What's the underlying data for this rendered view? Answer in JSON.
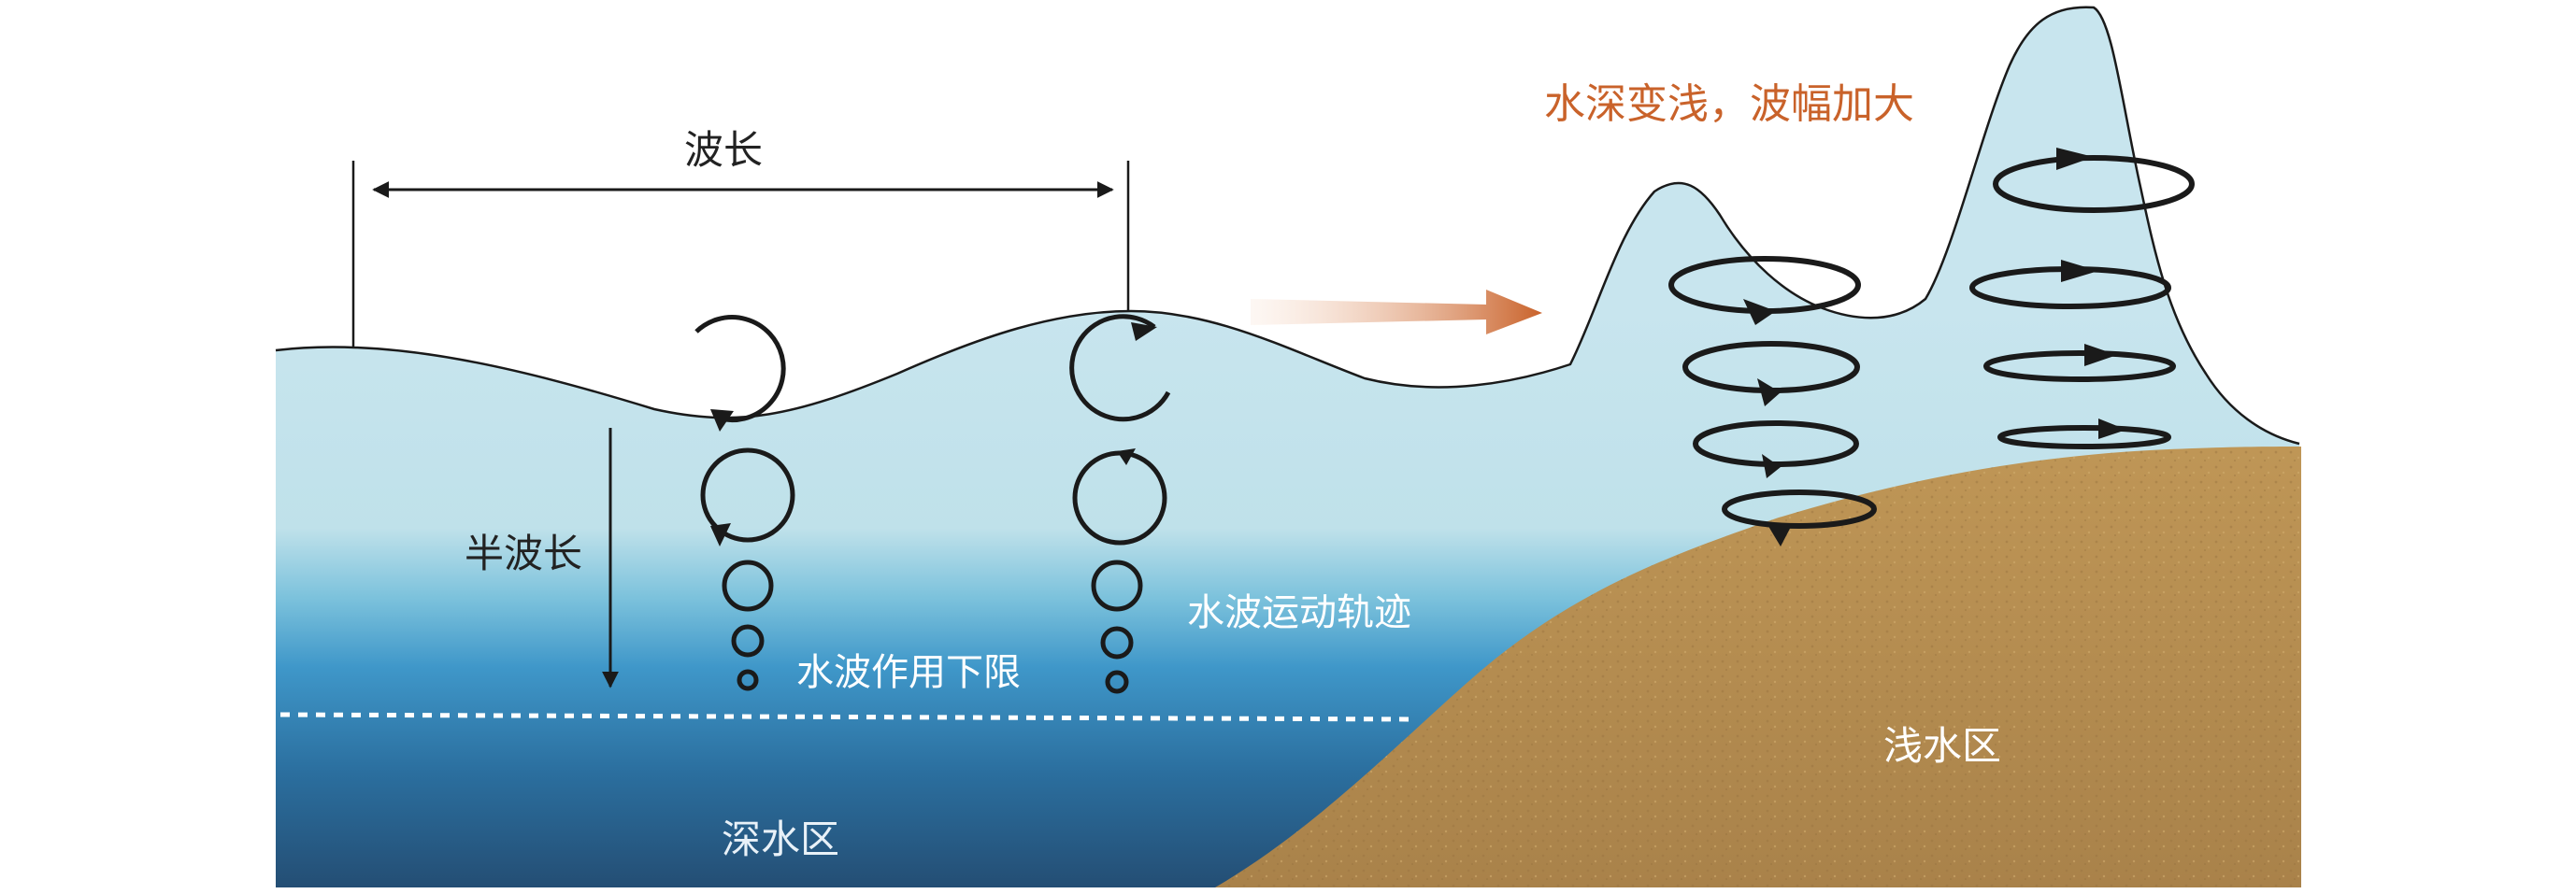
{
  "labels": {
    "wavelength": "波长",
    "half_wavelength": "半波长",
    "wave_base": "水波作用下限",
    "orbit_path": "水波运动轨迹",
    "deep_zone": "深水区",
    "shallow_zone": "浅水区",
    "shoaling": "水深变浅，波幅加大"
  },
  "colors": {
    "water_surface": "#c6e3ec",
    "water_deep": "#2b6f9f",
    "sand": "#b89052",
    "shoaling_arrow": "#c9622a",
    "outline": "#1a1a1a"
  },
  "icons": {
    "direction_arrow": "right-arrow-icon",
    "orbits": "circular-orbit-icon"
  }
}
